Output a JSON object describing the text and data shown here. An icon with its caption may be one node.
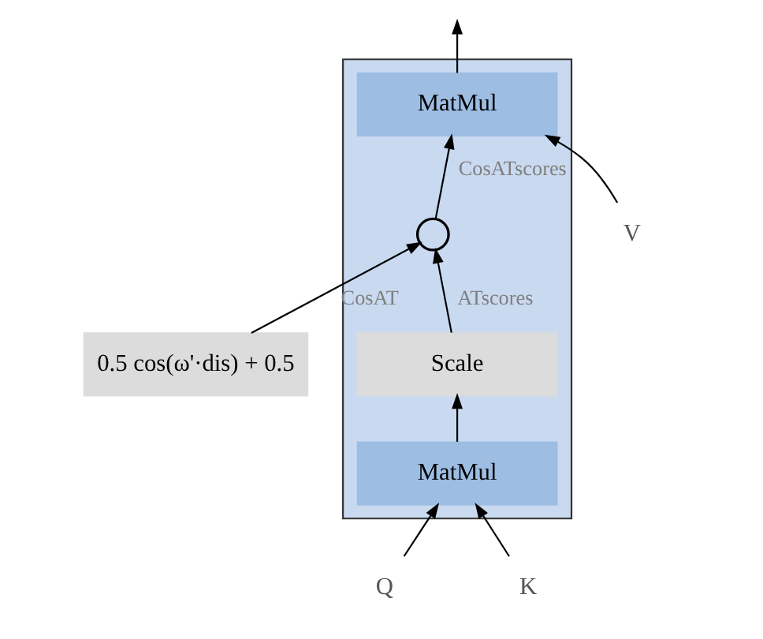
{
  "diagram": {
    "nodes": [
      {
        "text": [],
        "shape": "box"
      },
      {
        "text": [
          "MatMul"
        ],
        "in": 0
      },
      {
        "text": [],
        "shape": "circle",
        "in": 0
      },
      {
        "text": [
          "Scale"
        ],
        "in": 0
      },
      {
        "text": [
          "MatMul"
        ],
        "in": 0
      },
      {
        "text": [
          "0.5 cos(ω'·dis) + 0.5"
        ]
      },
      {
        "text": [
          "Q"
        ]
      },
      {
        "text": [
          "K"
        ]
      },
      {
        "text": [
          "V"
        ]
      }
    ],
    "edges": [
      {
        "from": 6,
        "to": 4,
        "arrow": "to"
      },
      {
        "from": 7,
        "to": 4,
        "arrow": "to"
      },
      {
        "from": 4,
        "to": 3,
        "arrow": "to"
      },
      {
        "from": 3,
        "to": 2,
        "arrow": "to",
        "label": "ATscores"
      },
      {
        "from": 5,
        "to": 2,
        "arrow": "to",
        "label": "CosAT"
      },
      {
        "from": 2,
        "to": 1,
        "arrow": "to",
        "label": "CosATscores"
      },
      {
        "from": 8,
        "to": 1,
        "arrow": "to"
      },
      {
        "from": 1,
        "to": null,
        "arrow": "to"
      }
    ]
  }
}
